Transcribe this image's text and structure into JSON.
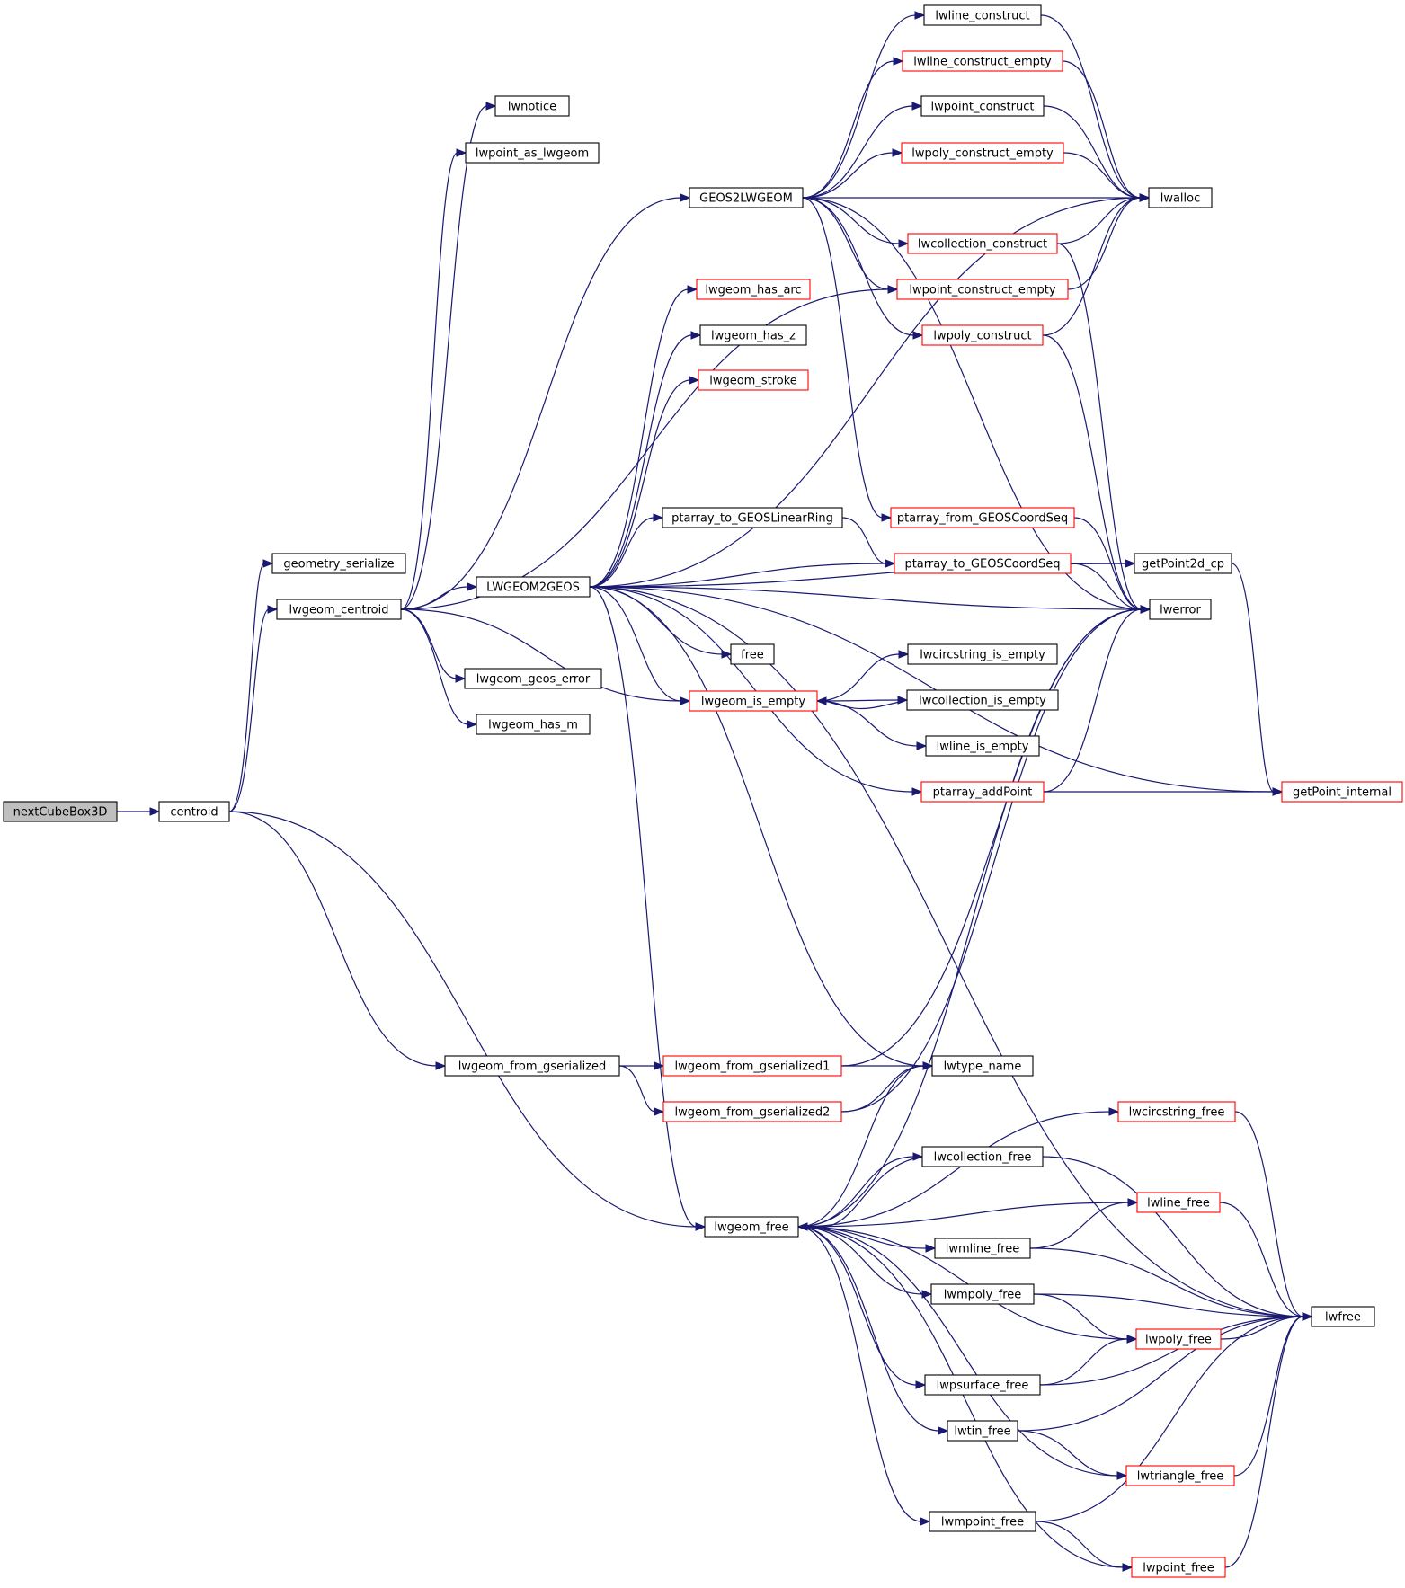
{
  "colors": {
    "edge": "#191970",
    "node_border_normal": "#000000",
    "node_border_truncated": "#ff0000",
    "root_fill": "#bfbfbf"
  },
  "nodes": [
    {
      "id": "nextCubeBox3D",
      "label": "nextCubeBox3D",
      "kind": "root"
    },
    {
      "id": "centroid",
      "label": "centroid",
      "kind": "normal"
    },
    {
      "id": "geometry_serialize",
      "label": "geometry_serialize",
      "kind": "normal"
    },
    {
      "id": "lwgeom_centroid",
      "label": "lwgeom_centroid",
      "kind": "normal"
    },
    {
      "id": "lwgeom_from_gserialized",
      "label": "lwgeom_from_gserialized",
      "kind": "normal"
    },
    {
      "id": "lwnotice",
      "label": "lwnotice",
      "kind": "normal"
    },
    {
      "id": "lwpoint_as_lwgeom",
      "label": "lwpoint_as_lwgeom",
      "kind": "normal"
    },
    {
      "id": "LWGEOM2GEOS",
      "label": "LWGEOM2GEOS",
      "kind": "normal"
    },
    {
      "id": "lwgeom_geos_error",
      "label": "lwgeom_geos_error",
      "kind": "normal"
    },
    {
      "id": "lwgeom_has_m",
      "label": "lwgeom_has_m",
      "kind": "normal"
    },
    {
      "id": "GEOS2LWGEOM",
      "label": "GEOS2LWGEOM",
      "kind": "normal"
    },
    {
      "id": "lwgeom_has_arc",
      "label": "lwgeom_has_arc",
      "kind": "truncated"
    },
    {
      "id": "lwgeom_has_z",
      "label": "lwgeom_has_z",
      "kind": "normal"
    },
    {
      "id": "lwgeom_stroke",
      "label": "lwgeom_stroke",
      "kind": "truncated"
    },
    {
      "id": "ptarray_to_GEOSLinearRing",
      "label": "ptarray_to_GEOSLinearRing",
      "kind": "normal"
    },
    {
      "id": "free",
      "label": "free",
      "kind": "normal"
    },
    {
      "id": "lwgeom_is_empty",
      "label": "lwgeom_is_empty",
      "kind": "truncated"
    },
    {
      "id": "lwgeom_from_gserialized1",
      "label": "lwgeom_from_gserialized1",
      "kind": "truncated"
    },
    {
      "id": "lwgeom_from_gserialized2",
      "label": "lwgeom_from_gserialized2",
      "kind": "truncated"
    },
    {
      "id": "lwgeom_free",
      "label": "lwgeom_free",
      "kind": "normal"
    },
    {
      "id": "lwline_construct",
      "label": "lwline_construct",
      "kind": "normal"
    },
    {
      "id": "lwline_construct_empty",
      "label": "lwline_construct_empty",
      "kind": "truncated"
    },
    {
      "id": "lwpoint_construct",
      "label": "lwpoint_construct",
      "kind": "normal"
    },
    {
      "id": "lwpoly_construct_empty",
      "label": "lwpoly_construct_empty",
      "kind": "truncated"
    },
    {
      "id": "lwcollection_construct",
      "label": "lwcollection_construct",
      "kind": "truncated"
    },
    {
      "id": "lwpoint_construct_empty",
      "label": "lwpoint_construct_empty",
      "kind": "truncated"
    },
    {
      "id": "lwpoly_construct",
      "label": "lwpoly_construct",
      "kind": "truncated"
    },
    {
      "id": "ptarray_from_GEOSCoordSeq",
      "label": "ptarray_from_GEOSCoordSeq",
      "kind": "truncated"
    },
    {
      "id": "ptarray_to_GEOSCoordSeq",
      "label": "ptarray_to_GEOSCoordSeq",
      "kind": "truncated"
    },
    {
      "id": "lwcircstring_is_empty",
      "label": "lwcircstring_is_empty",
      "kind": "normal"
    },
    {
      "id": "lwcollection_is_empty",
      "label": "lwcollection_is_empty",
      "kind": "normal"
    },
    {
      "id": "lwline_is_empty",
      "label": "lwline_is_empty",
      "kind": "normal"
    },
    {
      "id": "ptarray_addPoint",
      "label": "ptarray_addPoint",
      "kind": "truncated"
    },
    {
      "id": "lwtype_name",
      "label": "lwtype_name",
      "kind": "normal"
    },
    {
      "id": "lwcircstring_free",
      "label": "lwcircstring_free",
      "kind": "truncated"
    },
    {
      "id": "lwcollection_free",
      "label": "lwcollection_free",
      "kind": "normal"
    },
    {
      "id": "lwline_free",
      "label": "lwline_free",
      "kind": "truncated"
    },
    {
      "id": "lwmline_free",
      "label": "lwmline_free",
      "kind": "normal"
    },
    {
      "id": "lwmpoly_free",
      "label": "lwmpoly_free",
      "kind": "normal"
    },
    {
      "id": "lwpoly_free",
      "label": "lwpoly_free",
      "kind": "truncated"
    },
    {
      "id": "lwpsurface_free",
      "label": "lwpsurface_free",
      "kind": "normal"
    },
    {
      "id": "lwtin_free",
      "label": "lwtin_free",
      "kind": "normal"
    },
    {
      "id": "lwtriangle_free",
      "label": "lwtriangle_free",
      "kind": "truncated"
    },
    {
      "id": "lwmpoint_free",
      "label": "lwmpoint_free",
      "kind": "normal"
    },
    {
      "id": "lwpoint_free",
      "label": "lwpoint_free",
      "kind": "truncated"
    },
    {
      "id": "lwalloc",
      "label": "lwalloc",
      "kind": "normal"
    },
    {
      "id": "getPoint2d_cp",
      "label": "getPoint2d_cp",
      "kind": "normal"
    },
    {
      "id": "lwerror",
      "label": "lwerror",
      "kind": "normal"
    },
    {
      "id": "getPoint_internal",
      "label": "getPoint_internal",
      "kind": "truncated"
    },
    {
      "id": "lwfree",
      "label": "lwfree",
      "kind": "normal"
    }
  ],
  "edges": [
    [
      "nextCubeBox3D",
      "centroid"
    ],
    [
      "centroid",
      "geometry_serialize"
    ],
    [
      "centroid",
      "lwgeom_centroid"
    ],
    [
      "centroid",
      "lwgeom_from_gserialized"
    ],
    [
      "centroid",
      "lwgeom_free"
    ],
    [
      "lwgeom_centroid",
      "lwnotice"
    ],
    [
      "lwgeom_centroid",
      "lwpoint_as_lwgeom"
    ],
    [
      "lwgeom_centroid",
      "GEOS2LWGEOM"
    ],
    [
      "lwgeom_centroid",
      "lwpoint_construct_empty"
    ],
    [
      "lwgeom_centroid",
      "LWGEOM2GEOS"
    ],
    [
      "lwgeom_centroid",
      "lwgeom_is_empty"
    ],
    [
      "lwgeom_centroid",
      "lwgeom_geos_error"
    ],
    [
      "lwgeom_centroid",
      "lwgeom_has_m"
    ],
    [
      "GEOS2LWGEOM",
      "lwline_construct"
    ],
    [
      "GEOS2LWGEOM",
      "lwline_construct_empty"
    ],
    [
      "GEOS2LWGEOM",
      "lwpoint_construct"
    ],
    [
      "GEOS2LWGEOM",
      "lwpoly_construct_empty"
    ],
    [
      "GEOS2LWGEOM",
      "lwalloc"
    ],
    [
      "GEOS2LWGEOM",
      "lwcollection_construct"
    ],
    [
      "GEOS2LWGEOM",
      "lwpoint_construct_empty"
    ],
    [
      "GEOS2LWGEOM",
      "lwpoly_construct"
    ],
    [
      "GEOS2LWGEOM",
      "ptarray_from_GEOSCoordSeq"
    ],
    [
      "GEOS2LWGEOM",
      "lwerror"
    ],
    [
      "LWGEOM2GEOS",
      "lwgeom_has_arc"
    ],
    [
      "LWGEOM2GEOS",
      "lwgeom_has_z"
    ],
    [
      "LWGEOM2GEOS",
      "lwgeom_stroke"
    ],
    [
      "LWGEOM2GEOS",
      "lwalloc"
    ],
    [
      "LWGEOM2GEOS",
      "getPoint2d_cp"
    ],
    [
      "LWGEOM2GEOS",
      "ptarray_to_GEOSLinearRing"
    ],
    [
      "LWGEOM2GEOS",
      "ptarray_to_GEOSCoordSeq"
    ],
    [
      "LWGEOM2GEOS",
      "lwerror"
    ],
    [
      "LWGEOM2GEOS",
      "free"
    ],
    [
      "LWGEOM2GEOS",
      "lwgeom_is_empty"
    ],
    [
      "LWGEOM2GEOS",
      "ptarray_addPoint"
    ],
    [
      "LWGEOM2GEOS",
      "getPoint_internal"
    ],
    [
      "LWGEOM2GEOS",
      "lwfree"
    ],
    [
      "LWGEOM2GEOS",
      "lwtype_name"
    ],
    [
      "LWGEOM2GEOS",
      "lwgeom_free"
    ],
    [
      "lwline_construct",
      "lwalloc"
    ],
    [
      "lwline_construct_empty",
      "lwalloc"
    ],
    [
      "lwpoint_construct",
      "lwalloc"
    ],
    [
      "lwpoly_construct_empty",
      "lwalloc"
    ],
    [
      "lwcollection_construct",
      "lwalloc"
    ],
    [
      "lwcollection_construct",
      "lwerror"
    ],
    [
      "lwpoint_construct_empty",
      "lwalloc"
    ],
    [
      "lwpoly_construct",
      "lwalloc"
    ],
    [
      "lwpoly_construct",
      "lwerror"
    ],
    [
      "ptarray_from_GEOSCoordSeq",
      "lwerror"
    ],
    [
      "ptarray_to_GEOSLinearRing",
      "ptarray_to_GEOSCoordSeq"
    ],
    [
      "ptarray_to_GEOSCoordSeq",
      "getPoint2d_cp"
    ],
    [
      "ptarray_to_GEOSCoordSeq",
      "lwerror"
    ],
    [
      "getPoint2d_cp",
      "getPoint_internal"
    ],
    [
      "lwgeom_is_empty",
      "lwcircstring_is_empty"
    ],
    [
      "lwgeom_is_empty",
      "lwcollection_is_empty"
    ],
    [
      "lwgeom_is_empty",
      "lwline_is_empty"
    ],
    [
      "lwcollection_is_empty",
      "lwgeom_is_empty"
    ],
    [
      "ptarray_addPoint",
      "lwerror"
    ],
    [
      "ptarray_addPoint",
      "getPoint_internal"
    ],
    [
      "lwgeom_from_gserialized",
      "lwgeom_from_gserialized1"
    ],
    [
      "lwgeom_from_gserialized",
      "lwgeom_from_gserialized2"
    ],
    [
      "lwgeom_from_gserialized1",
      "lwerror"
    ],
    [
      "lwgeom_from_gserialized1",
      "lwtype_name"
    ],
    [
      "lwgeom_from_gserialized2",
      "lwerror"
    ],
    [
      "lwgeom_from_gserialized2",
      "lwtype_name"
    ],
    [
      "lwgeom_free",
      "lwerror"
    ],
    [
      "lwgeom_free",
      "lwtype_name"
    ],
    [
      "lwgeom_free",
      "lwcircstring_free"
    ],
    [
      "lwgeom_free",
      "lwcollection_free"
    ],
    [
      "lwgeom_free",
      "lwline_free"
    ],
    [
      "lwgeom_free",
      "lwmline_free"
    ],
    [
      "lwgeom_free",
      "lwmpoly_free"
    ],
    [
      "lwgeom_free",
      "lwpoly_free"
    ],
    [
      "lwgeom_free",
      "lwpsurface_free"
    ],
    [
      "lwgeom_free",
      "lwtin_free"
    ],
    [
      "lwgeom_free",
      "lwtriangle_free"
    ],
    [
      "lwgeom_free",
      "lwmpoint_free"
    ],
    [
      "lwgeom_free",
      "lwpoint_free"
    ],
    [
      "lwcircstring_free",
      "lwfree"
    ],
    [
      "lwcollection_free",
      "lwgeom_free"
    ],
    [
      "lwcollection_free",
      "lwfree"
    ],
    [
      "lwline_free",
      "lwfree"
    ],
    [
      "lwmline_free",
      "lwline_free"
    ],
    [
      "lwmline_free",
      "lwfree"
    ],
    [
      "lwmpoly_free",
      "lwpoly_free"
    ],
    [
      "lwmpoly_free",
      "lwfree"
    ],
    [
      "lwpoly_free",
      "lwfree"
    ],
    [
      "lwpsurface_free",
      "lwpoly_free"
    ],
    [
      "lwpsurface_free",
      "lwfree"
    ],
    [
      "lwtin_free",
      "lwtriangle_free"
    ],
    [
      "lwtin_free",
      "lwfree"
    ],
    [
      "lwtriangle_free",
      "lwfree"
    ],
    [
      "lwmpoint_free",
      "lwpoint_free"
    ],
    [
      "lwmpoint_free",
      "lwfree"
    ],
    [
      "lwpoint_free",
      "lwfree"
    ]
  ]
}
